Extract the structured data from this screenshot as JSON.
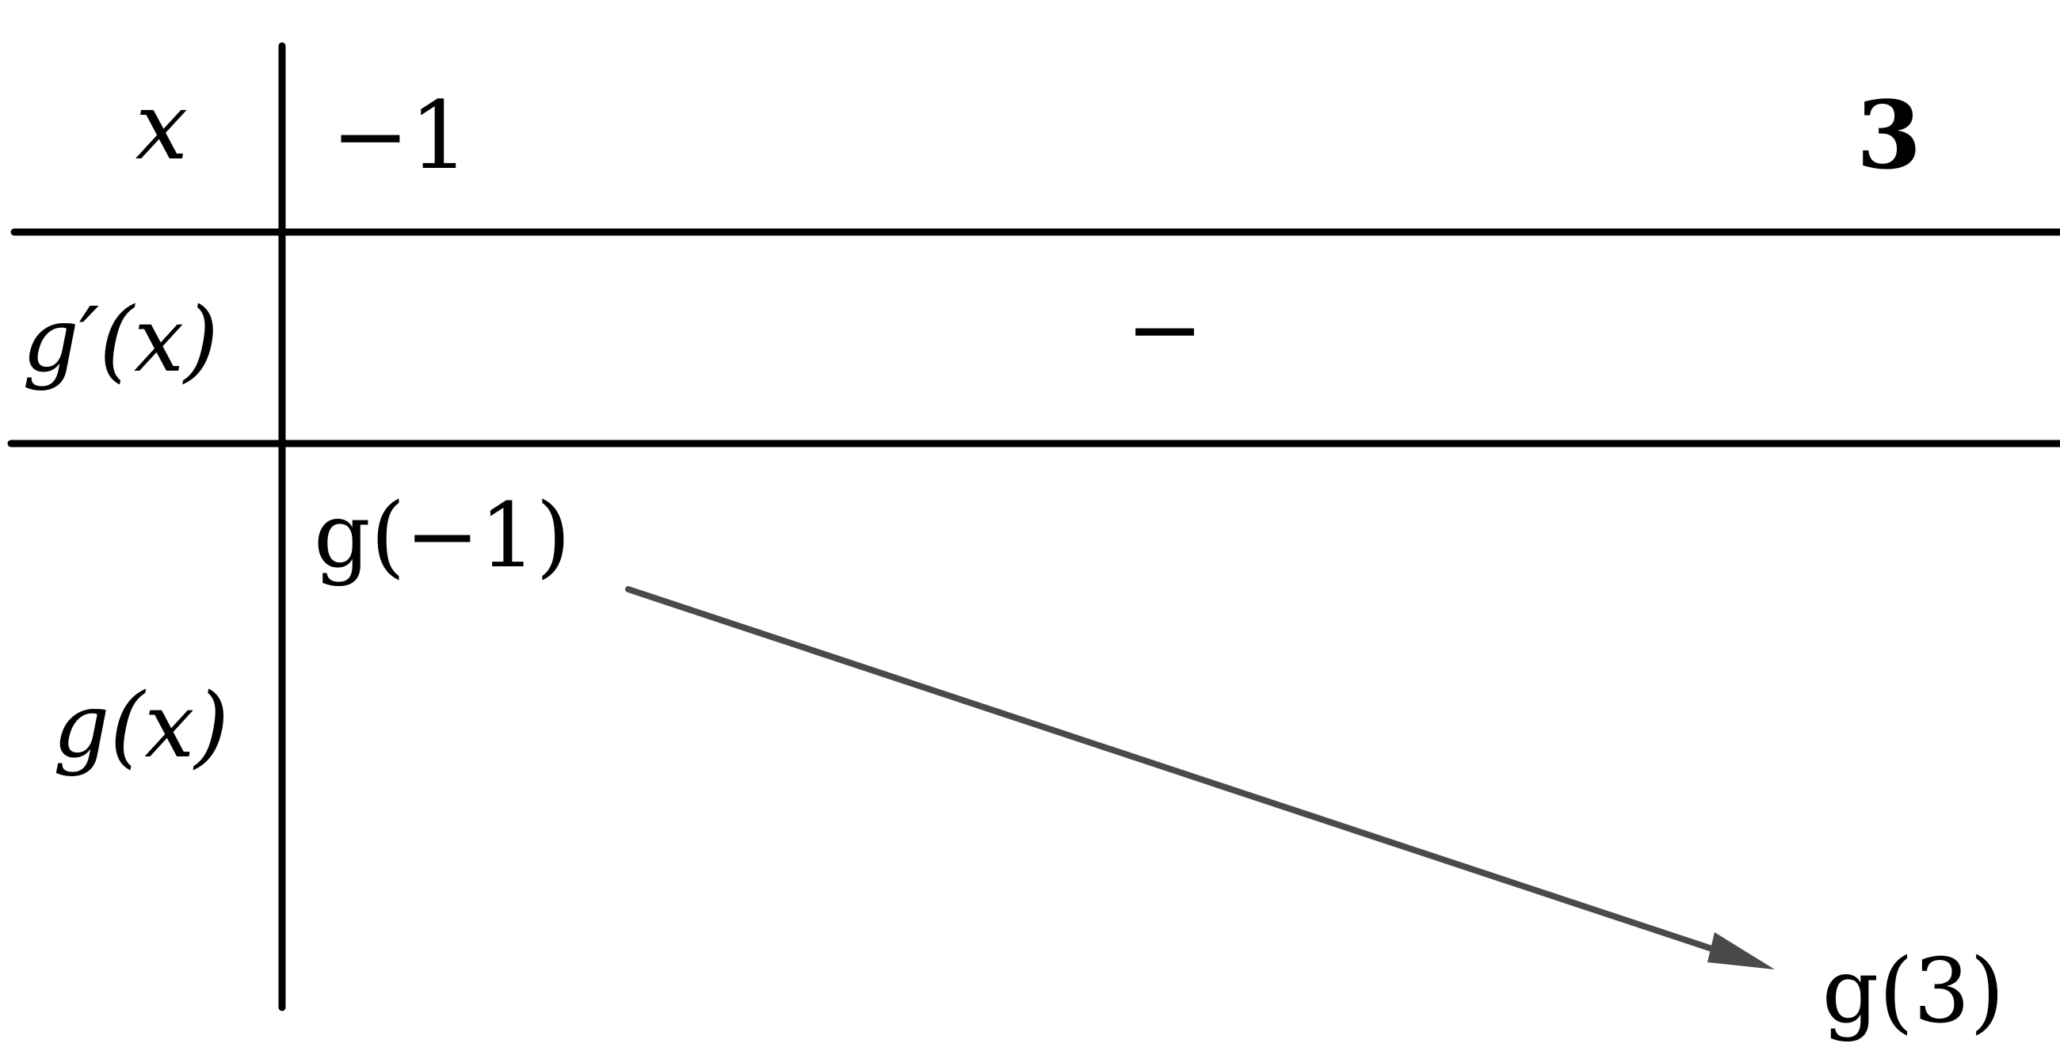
{
  "variation_table": {
    "row_headers": {
      "x": "x",
      "derivative": "g′(x)",
      "function": "g(x)"
    },
    "x_values": {
      "start": "−1",
      "end": "3"
    },
    "derivative_sign": "−",
    "function_values": {
      "start": "g(−1)",
      "end": "g(3)"
    },
    "trend": "decreasing",
    "colors": {
      "lines": "#000000",
      "arrow": "#4a4a4a",
      "background": "#ffffff"
    }
  }
}
